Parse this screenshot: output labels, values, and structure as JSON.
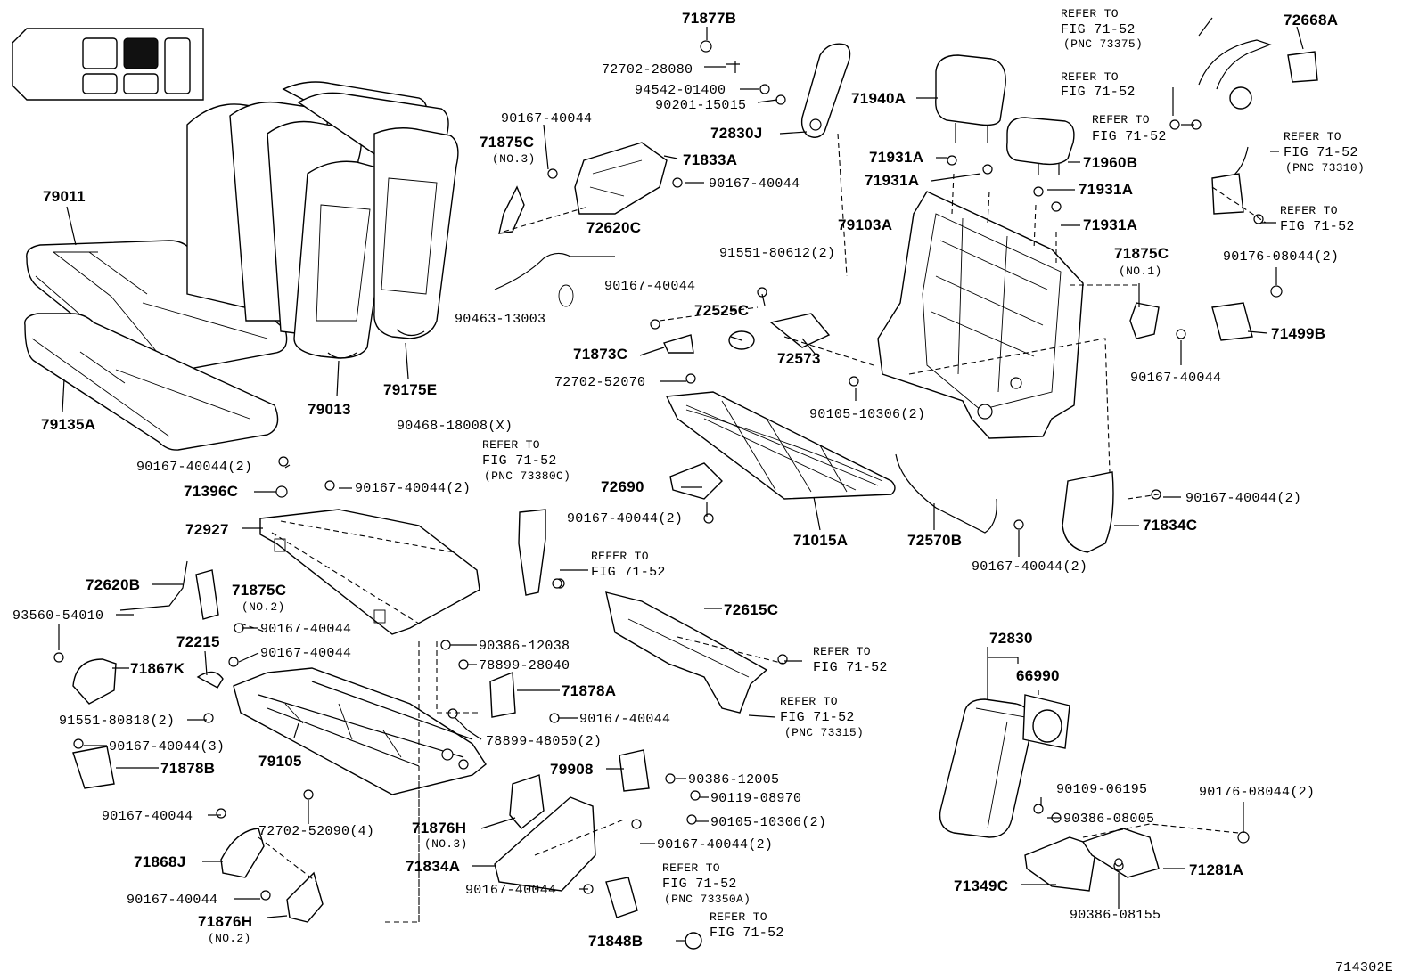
{
  "diagram_id": "714302E",
  "locator": {
    "cells": [
      "",
      "",
      "",
      "",
      "",
      ""
    ],
    "highlighted_cell": "rear-seat-center"
  },
  "labels": {
    "p79011": "79011",
    "p79135A": "79135A",
    "p79013": "79013",
    "p79175E": "79175E",
    "p90468": "90468-18008(X)",
    "p71877B": "71877B",
    "p72702_28080": "72702-28080",
    "p94542": "94542-01400",
    "p90201": "90201-15015",
    "p72830J": "72830J",
    "p90167_a": "90167-40044",
    "p71875C_3": "71875C",
    "p71875C_3_sub": "(NO.3)",
    "p71833A": "71833A",
    "p90167_b": "90167-40044",
    "p72620C": "72620C",
    "p90463": "90463-13003",
    "p71940A": "71940A",
    "p71931A_1": "71931A",
    "p71931A_2": "71931A",
    "p71931A_3": "71931A",
    "p71931A_4": "71931A",
    "p71960B": "71960B",
    "p79103A": "79103A",
    "p91551_806": "91551-80612(2)",
    "p90167_c": "90167-40044",
    "p72525C": "72525C",
    "p71873C": "71873C",
    "p72573": "72573",
    "p72702_52070": "72702-52070",
    "p90105_a": "90105-10306(2)",
    "p72690": "72690",
    "p90167_d": "90167-40044(2)",
    "p71015A": "71015A",
    "p72570B": "72570B",
    "p71875C_1": "71875C",
    "p71875C_1_sub": "(NO.1)",
    "p90176_a": "90176-08044(2)",
    "p71499B": "71499B",
    "p90167_e": "90167-40044",
    "p72668A": "72668A",
    "ref_73375": [
      "REFER TO",
      "FIG 71-52",
      "(PNC 73375)"
    ],
    "ref_a": [
      "REFER TO",
      "FIG 71-52"
    ],
    "ref_b": [
      "REFER TO",
      "FIG 71-52"
    ],
    "ref_73310": [
      "REFER TO",
      "FIG 71-52",
      "(PNC 73310)"
    ],
    "ref_c": [
      "REFER TO",
      "FIG 71-52"
    ],
    "ref_73380C": [
      "REFER TO",
      "FIG 71-52",
      "(PNC 73380C)"
    ],
    "ref_d": [
      "REFER TO",
      "FIG 71-52"
    ],
    "ref_e": [
      "REFER TO",
      "FIG 71-52"
    ],
    "ref_73315": [
      "REFER TO",
      "FIG 71-52",
      "(PNC 73315)"
    ],
    "ref_73350A": [
      "REFER TO",
      "FIG 71-52",
      "(PNC 73350A)"
    ],
    "ref_f": [
      "REFER TO",
      "FIG 71-52"
    ],
    "p90167_f": "90167-40044(2)",
    "p71834C": "71834C",
    "p90167_g": "90167-40044(2)",
    "p90167_h": "90167-40044(2)",
    "p71396C": "71396C",
    "p90167_i": "90167-40044(2)",
    "p72927": "72927",
    "p72620B": "72620B",
    "p71875C_2": "71875C",
    "p71875C_2_sub": "(NO.2)",
    "p93560": "93560-54010",
    "p90167_j": "90167-40044",
    "p72215": "72215",
    "p90167_k": "90167-40044",
    "p71867K": "71867K",
    "p90386_12038": "90386-12038",
    "p78899_28040": "78899-28040",
    "p72615C": "72615C",
    "p71878A": "71878A",
    "p90167_l": "90167-40044",
    "p91551_808": "91551-80818(2)",
    "p90167_m": "90167-40044(3)",
    "p71878B": "71878B",
    "p79105": "79105",
    "p78899_48050": "78899-48050(2)",
    "p79908": "79908",
    "p90386_12005": "90386-12005",
    "p90119": "90119-08970",
    "p90105_b": "90105-10306(2)",
    "p90167_n": "90167-40044(2)",
    "p90167_o": "90167-40044",
    "p72702_52090": "72702-52090(4)",
    "p71876H_3": "71876H",
    "p71876H_3_sub": "(NO.3)",
    "p71834A": "71834A",
    "p90167_p": "90167-40044",
    "p71868J": "71868J",
    "p90167_q": "90167-40044",
    "p71876H_2": "71876H",
    "p71876H_2_sub": "(NO.2)",
    "p71848B": "71848B",
    "p72830": "72830",
    "p66990": "66990",
    "p90109": "90109-06195",
    "p90176_b": "90176-08044(2)",
    "p90386_08005": "90386-08005",
    "p71281A": "71281A",
    "p71349C": "71349C",
    "p90386_08155": "90386-08155"
  }
}
